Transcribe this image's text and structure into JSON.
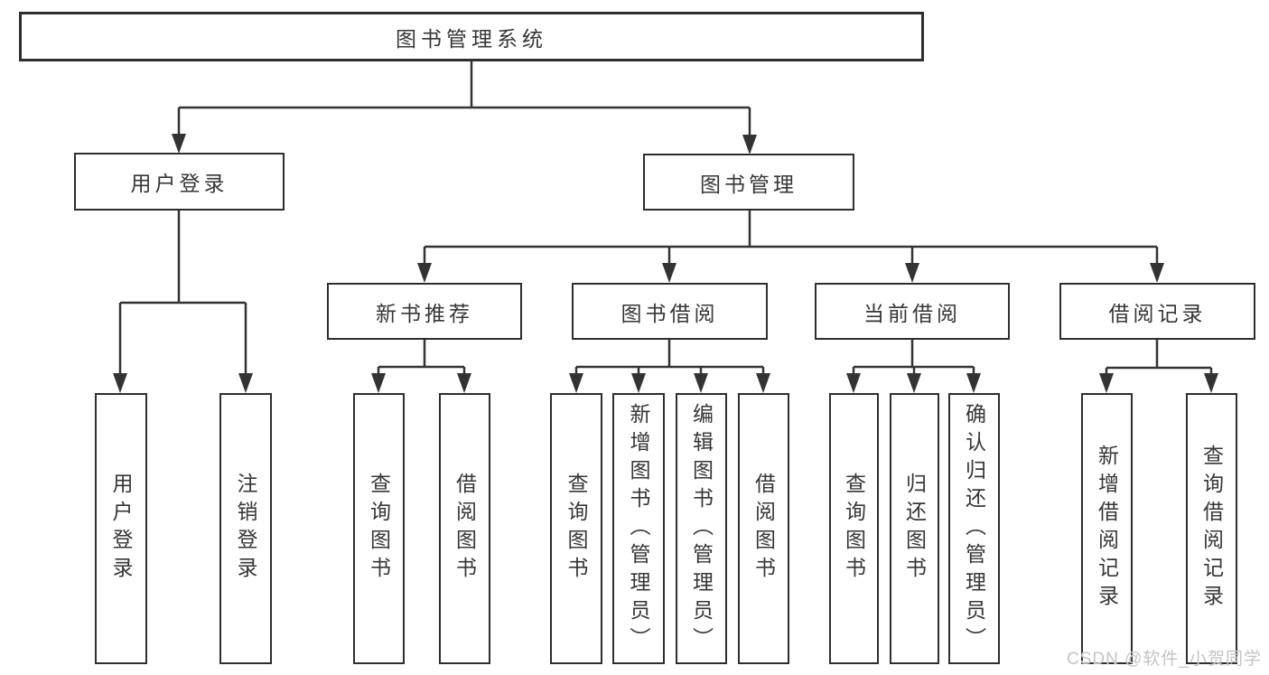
{
  "title": {
    "label": "图书管理系统"
  },
  "level2": {
    "user_login": {
      "label": "用户登录"
    },
    "book_mgmt": {
      "label": "图书管理"
    }
  },
  "level3": {
    "new_book_rec": {
      "label": "新书推荐"
    },
    "book_borrow": {
      "label": "图书借阅"
    },
    "current_borrow": {
      "label": "当前借阅"
    },
    "borrow_records": {
      "label": "借阅记录"
    }
  },
  "leaves": {
    "user_login": [
      "用户登录",
      "注销登录"
    ],
    "new_book_rec": [
      "查询图书",
      "借阅图书"
    ],
    "book_borrow": [
      "查询图书",
      "新增图书（管理员）",
      "编辑图书（管理员）",
      "借阅图书"
    ],
    "current_borrow": [
      "查询图书",
      "归还图书",
      "确认归还（管理员）"
    ],
    "borrow_records": [
      "新增借阅记录",
      "查询借阅记录"
    ]
  },
  "watermark": "CSDN @软件_小贺同学",
  "colors": {
    "line": "#333333",
    "border": "#2e2e2e",
    "text": "#363636",
    "watermark": "#c4c4c4",
    "background": "#ffffff"
  }
}
